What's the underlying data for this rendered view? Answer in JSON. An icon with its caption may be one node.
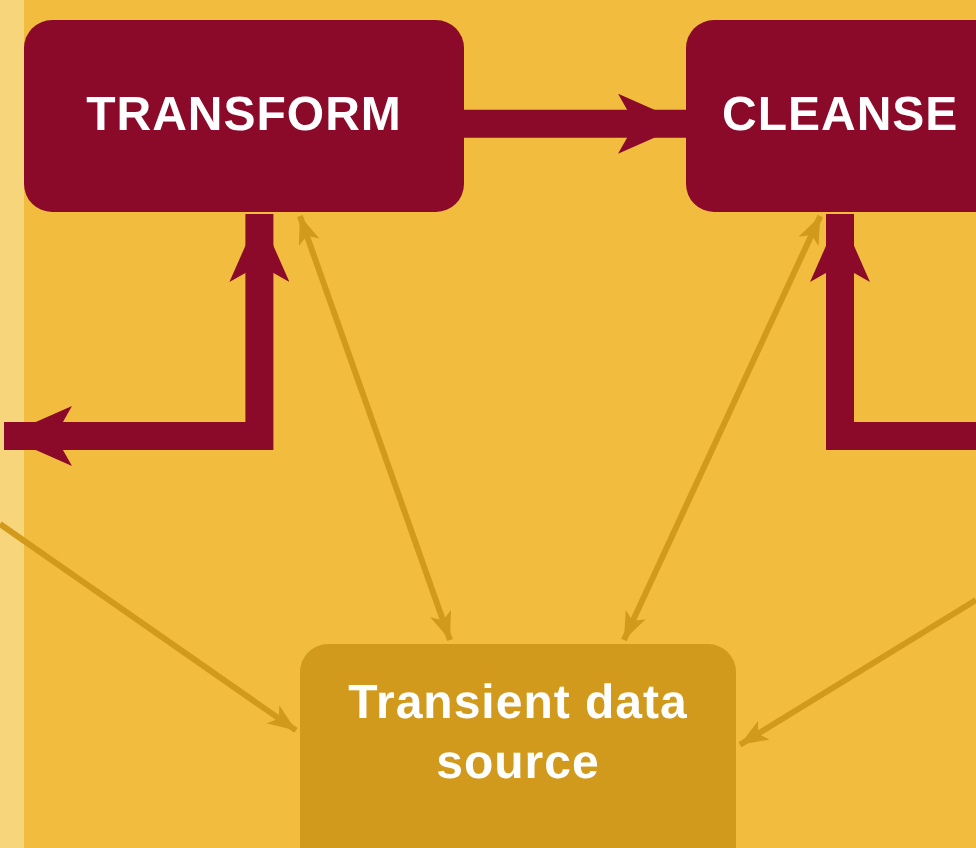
{
  "diagram": {
    "nodes": [
      {
        "text": [
          "TRANSFORM"
        ]
      },
      {
        "text": [
          "CLEANSE"
        ]
      },
      {
        "text": [
          "Transient data source"
        ]
      }
    ],
    "edges": [
      {
        "from": 0,
        "to": 1,
        "arrow": "to",
        "style": "thick",
        "color": "#8b0a2a"
      },
      {
        "from": null,
        "to": 0,
        "arrow": "both",
        "style": "thick",
        "color": "#8b0a2a"
      },
      {
        "from": null,
        "to": 1,
        "arrow": "to",
        "style": "thick",
        "color": "#8b0a2a"
      },
      {
        "from": 0,
        "to": 2,
        "arrow": "both"
      },
      {
        "from": 1,
        "to": 2,
        "arrow": "both"
      },
      {
        "from": null,
        "to": 2,
        "arrow": "to"
      },
      {
        "from": null,
        "to": 2,
        "arrow": "to"
      }
    ]
  }
}
